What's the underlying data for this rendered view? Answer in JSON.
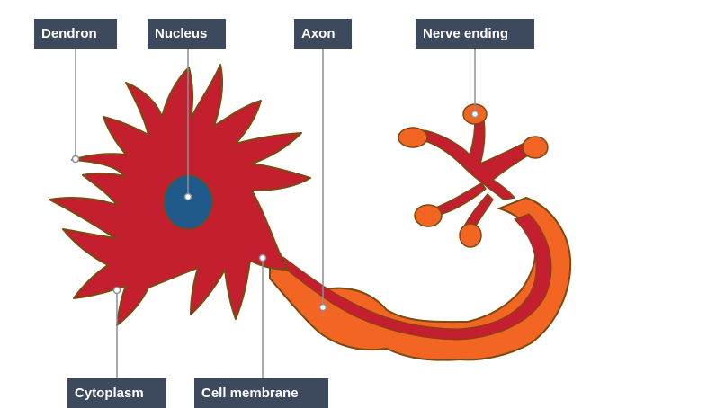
{
  "labels": {
    "dendron": "Dendron",
    "nucleus": "Nucleus",
    "axon": "Axon",
    "nerve_ending": "Nerve ending",
    "cytoplasm": "Cytoplasm",
    "cell_membrane": "Cell membrane"
  },
  "colors": {
    "label_bg": "#3d4a5e",
    "label_text": "#ffffff",
    "cell_body": "#c41f2e",
    "outline": "#7a4a10",
    "myelin": "#f26522",
    "nucleus": "#1f5a8a",
    "leader_line": "#8a8f99"
  }
}
